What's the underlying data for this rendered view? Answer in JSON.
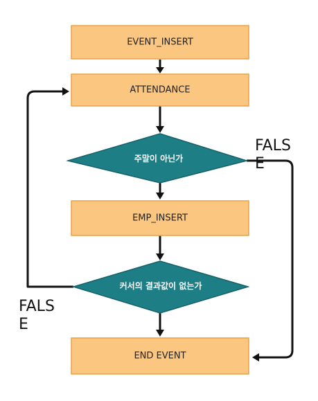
{
  "nodes": {
    "event_insert": "EVENT_INSERT",
    "attendance": "ATTENDANCE",
    "not_weekend": "주말이 아닌가",
    "emp_insert": "EMP_INSERT",
    "cursor_empty": "커서의 결과값이 없는가",
    "end_event": "END EVENT"
  },
  "branch_labels": {
    "right_line1": "FALS",
    "right_line2": "E",
    "left_line1": "FALS",
    "left_line2": "E"
  },
  "colors": {
    "process_fill": "#FBC67F",
    "decision_fill": "#1E7E86",
    "edge": "#111111"
  }
}
